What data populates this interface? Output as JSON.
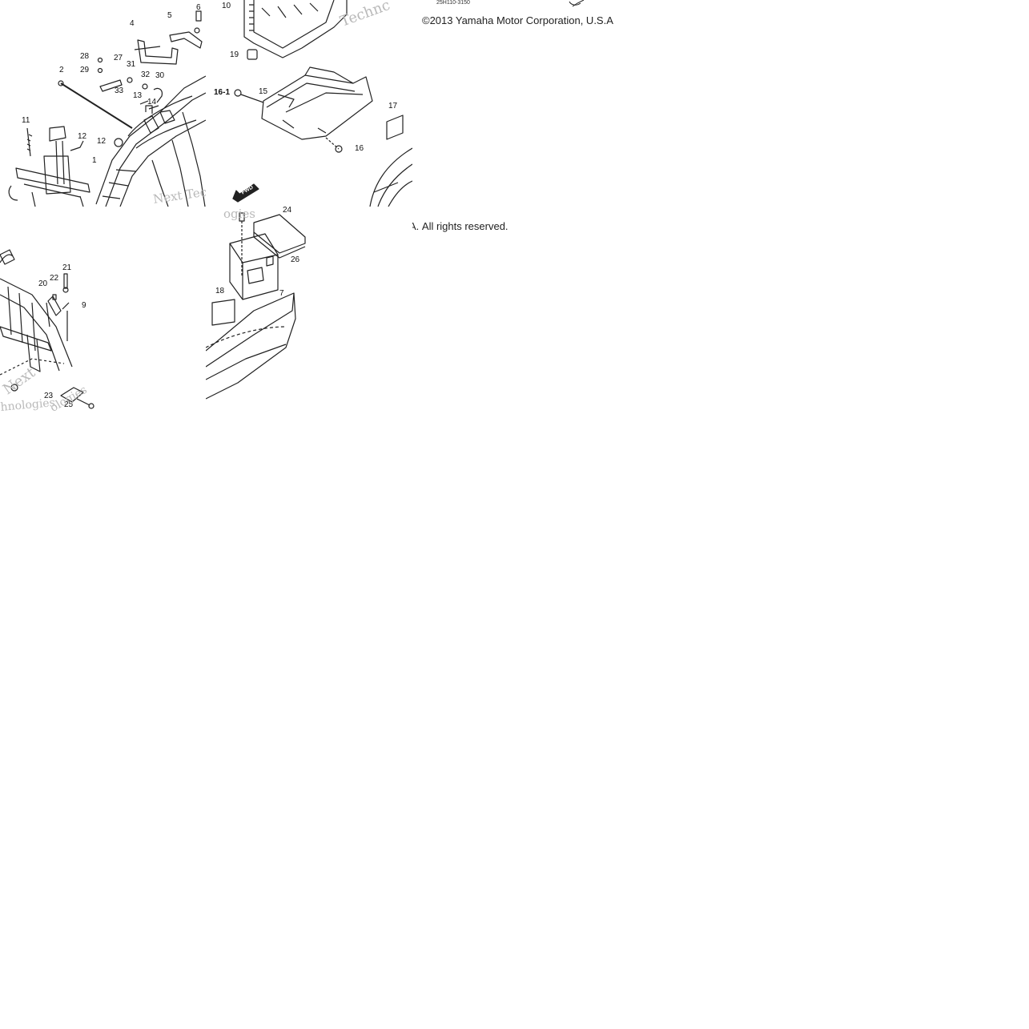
{
  "copyright_top": "©2013 Yamaha Motor Corporation, U.S.A",
  "copyright_bottom": "А. All rights reserved.",
  "part_number": "25H110-3150",
  "arrow_label": "FWD",
  "watermarks": {
    "wm1": "Technc",
    "wm2": "Next Tec",
    "wm3": "ogies",
    "wm4": "Next",
    "wm5": "hnologies",
    "wm6": "ologies"
  },
  "callouts": {
    "c1": "1",
    "c2": "2",
    "c4": "4",
    "c5": "5",
    "c6": "6",
    "c7": "7",
    "c9": "9",
    "c10": "10",
    "c11": "11",
    "c12a": "12",
    "c12b": "12",
    "c13": "13",
    "c14": "14",
    "c15": "15",
    "c16": "16",
    "c16a": "16-1",
    "c17": "17",
    "c18": "18",
    "c19": "19",
    "c20": "20",
    "c21": "21",
    "c22": "22",
    "c23": "23",
    "c24": "24",
    "c25": "25",
    "c26": "26",
    "c27": "27",
    "c28": "28",
    "c29": "29",
    "c30": "30",
    "c31": "31",
    "c32": "32",
    "c33": "33"
  }
}
